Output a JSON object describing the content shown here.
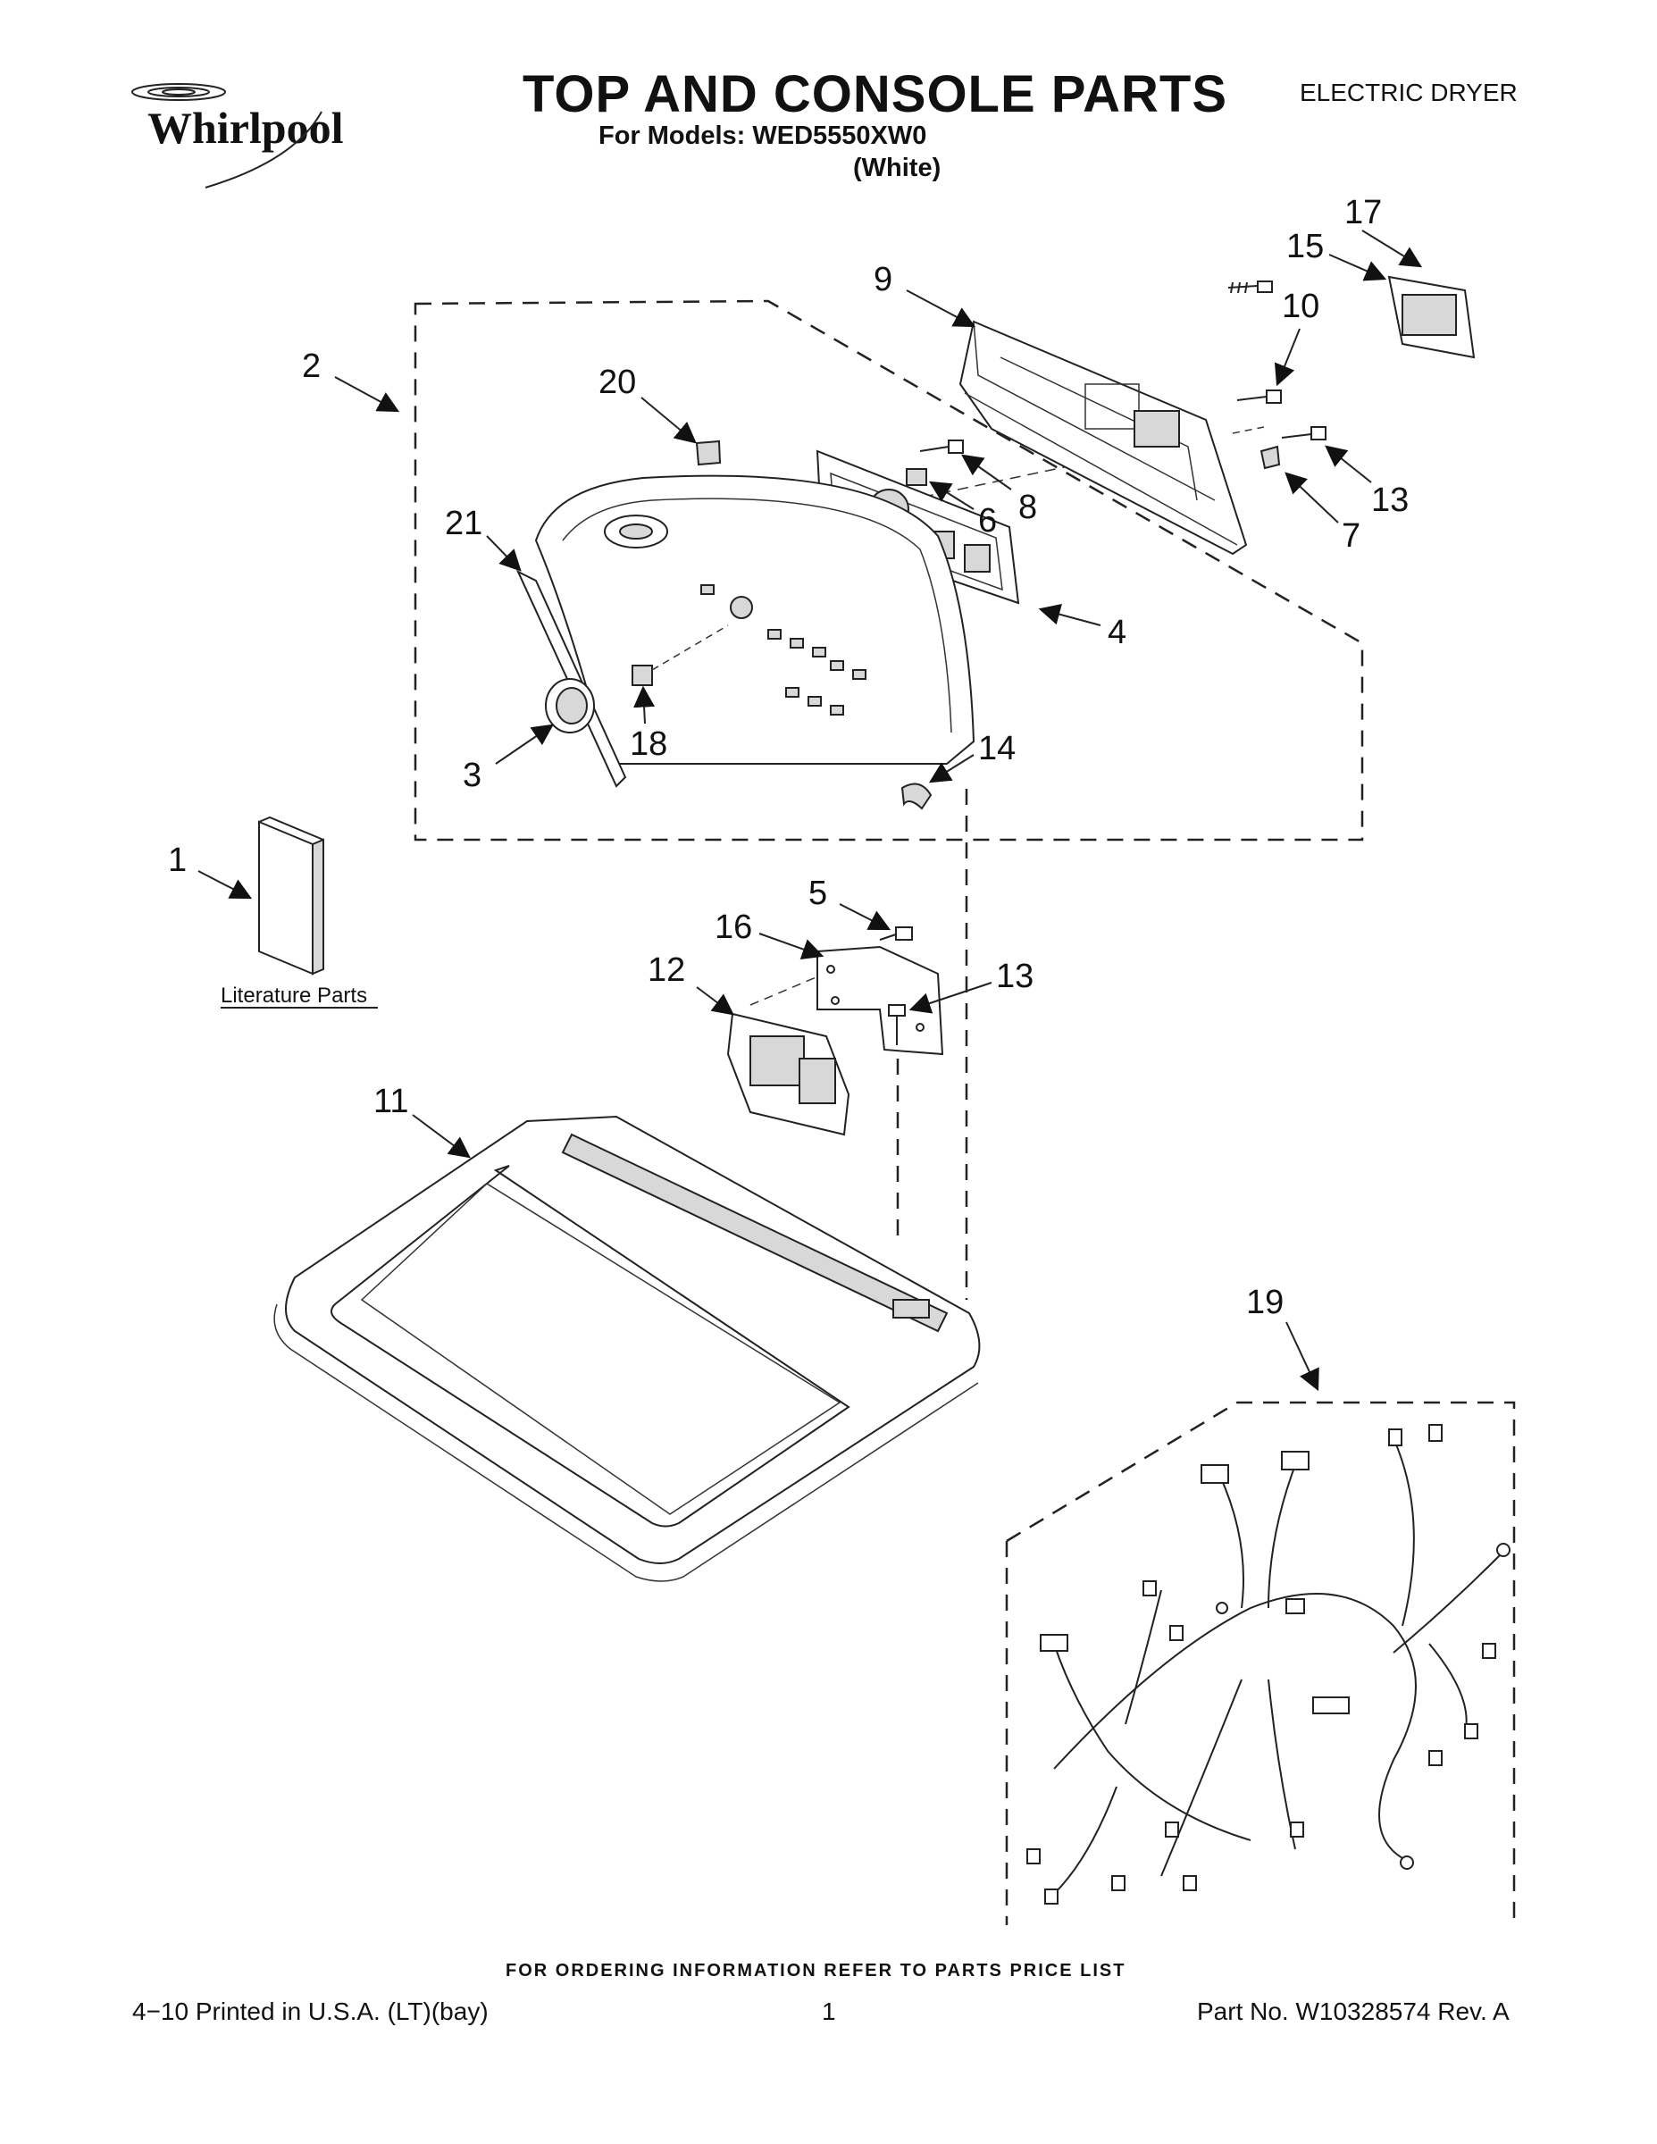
{
  "header": {
    "brand": "Whirlpool",
    "title": "TOP AND CONSOLE PARTS",
    "models_line": "For Models: WED5550XW0",
    "color_line": "(White)",
    "product_type": "ELECTRIC DRYER"
  },
  "diagram": {
    "callouts": [
      "1",
      "2",
      "3",
      "4",
      "5",
      "6",
      "7",
      "8",
      "9",
      "10",
      "11",
      "12",
      "13",
      "13",
      "14",
      "15",
      "16",
      "17",
      "18",
      "19",
      "20",
      "21"
    ],
    "literature_label": "Literature Parts"
  },
  "footer": {
    "ordering_note": "FOR ORDERING INFORMATION REFER TO PARTS PRICE LIST",
    "print_info": "4−10 Printed in U.S.A. (LT)(bay)",
    "page_number": "1",
    "part_number": "Part No. W10328574 Rev. A"
  }
}
